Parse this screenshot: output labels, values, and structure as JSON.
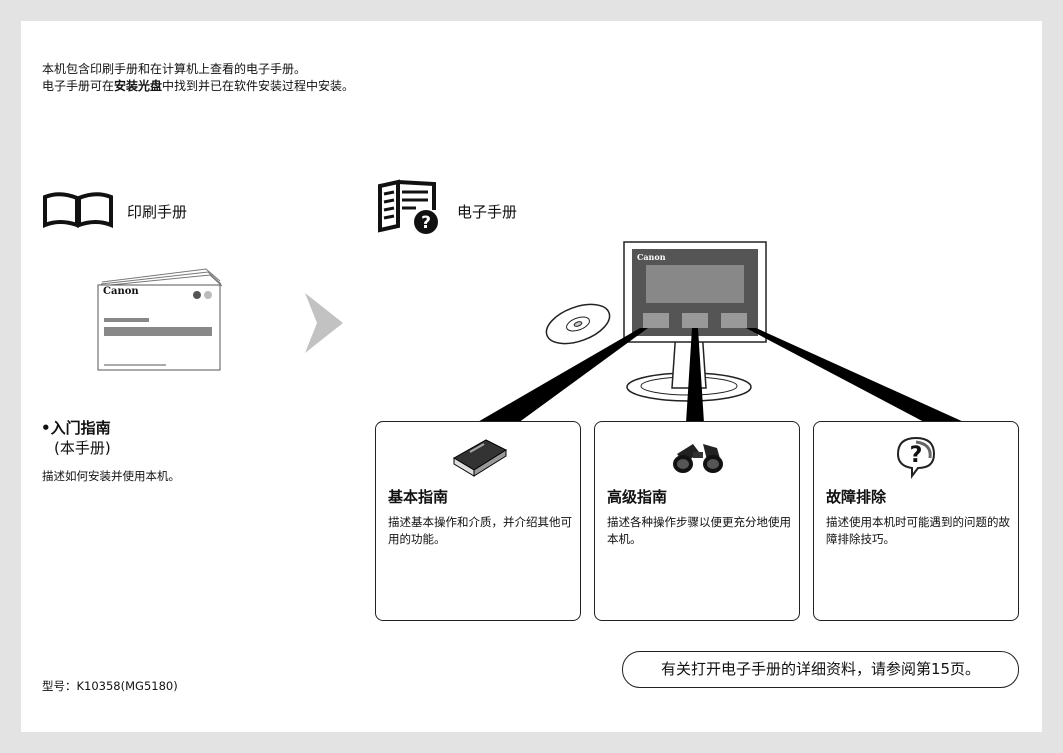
{
  "intro": {
    "line1": "本机包含印刷手册和在计算机上查看的电子手册。",
    "line2_a": "电子手册可在",
    "line2_bold": "安装光盘",
    "line2_b": "中找到并已在软件安装过程中安装。"
  },
  "printed": {
    "label": "印刷手册",
    "booklet_brand": "Canon",
    "title": "•入门指南",
    "subtitle": "(本手册)",
    "desc": "描述如何安装并使用本机。"
  },
  "electronic": {
    "label": "电子手册",
    "monitor_brand": "Canon"
  },
  "cards": [
    {
      "title": "基本指南",
      "desc": "描述基本操作和介质，并介绍其他可用的功能。",
      "icon": "book-icon"
    },
    {
      "title": "高级指南",
      "desc": "描述各种操作步骤以便更充分地使用本机。",
      "icon": "binoculars-icon"
    },
    {
      "title": "故障排除",
      "desc": "描述使用本机时可能遇到的问题的故障排除技巧。",
      "icon": "question-bubble-icon"
    }
  ],
  "model": "型号：K10358(MG5180)",
  "note": "有关打开电子手册的详细资料，请参阅第15页。"
}
